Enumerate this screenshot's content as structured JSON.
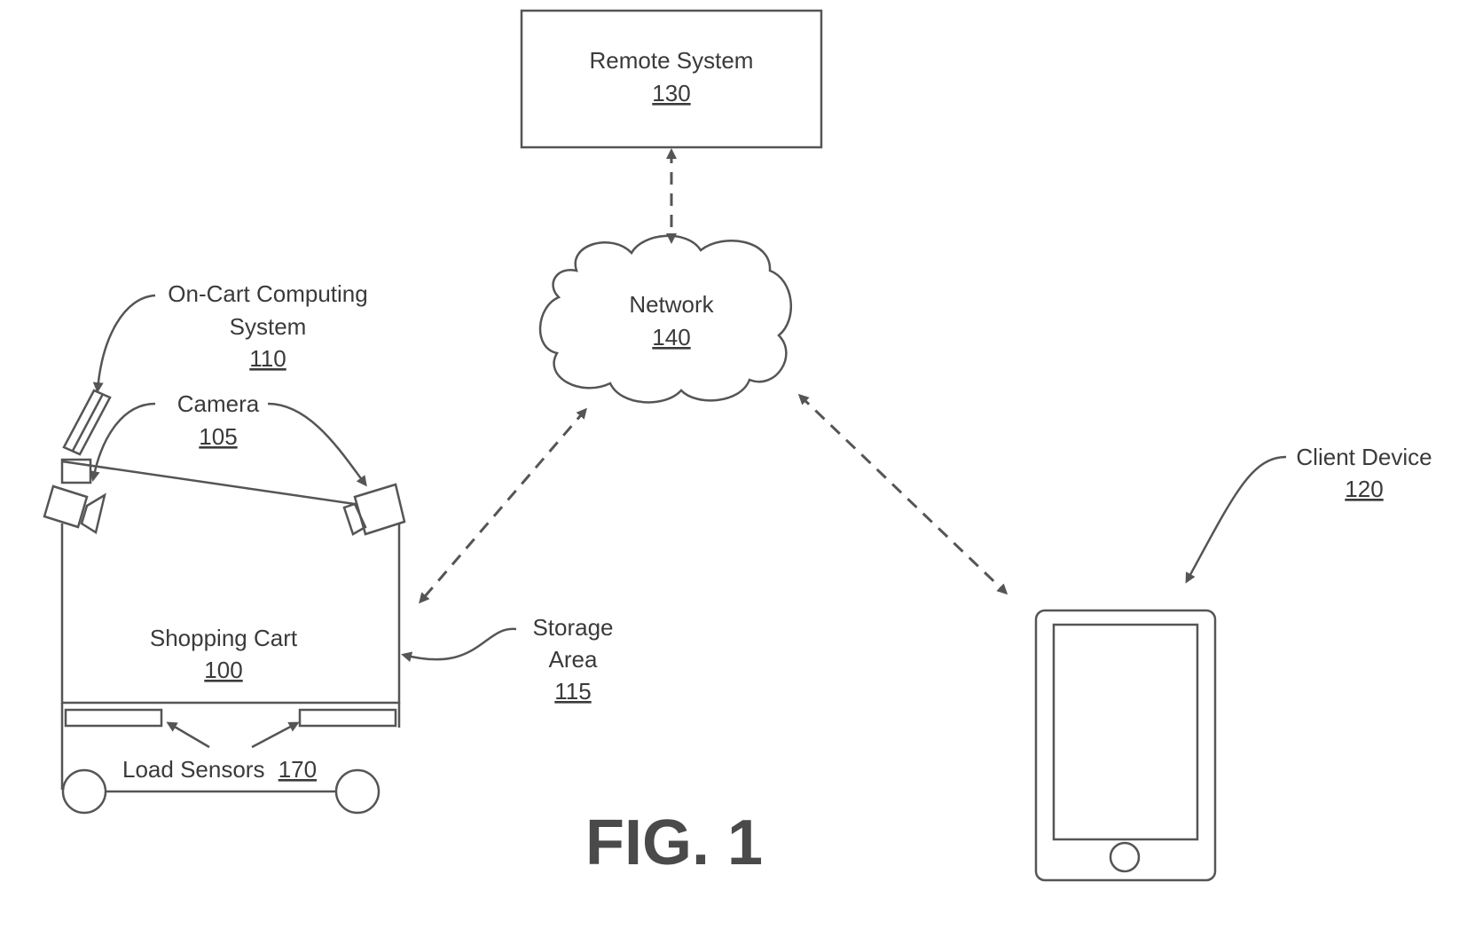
{
  "remote_system": {
    "name": "Remote System",
    "ref": "130"
  },
  "network": {
    "name": "Network",
    "ref": "140"
  },
  "on_cart_computing": {
    "line1": "On-Cart Computing",
    "line2": "System",
    "ref": "110"
  },
  "camera": {
    "name": "Camera",
    "ref": "105"
  },
  "shopping_cart": {
    "name": "Shopping Cart",
    "ref": "100"
  },
  "storage_area": {
    "line1": "Storage",
    "line2": "Area",
    "ref": "115"
  },
  "load_sensors": {
    "name": "Load Sensors",
    "ref": "170"
  },
  "client_device": {
    "name": "Client Device",
    "ref": "120"
  },
  "figure_label": "FIG. 1"
}
